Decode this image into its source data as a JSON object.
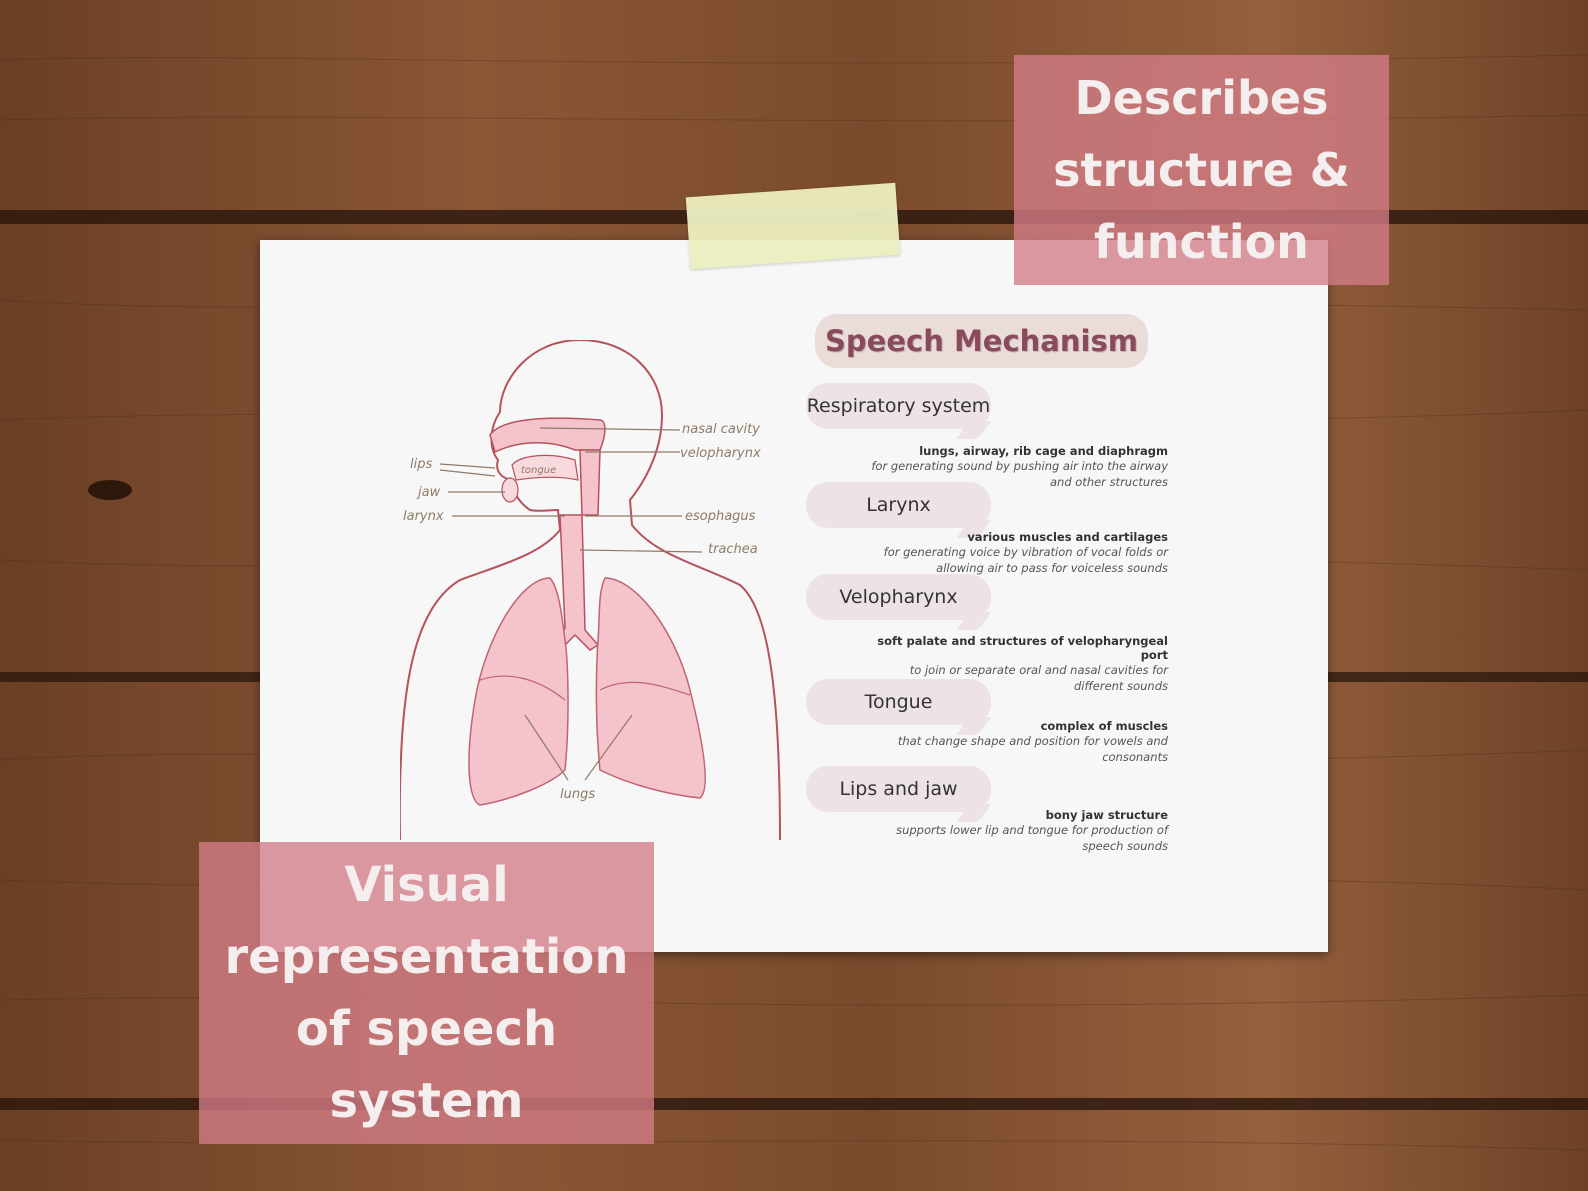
{
  "callouts": {
    "top": "Describes\nstructure &\nfunction",
    "bottom": "Visual\nrepresentation\nof speech\nsystem"
  },
  "poster": {
    "title": "Speech Mechanism",
    "sections": [
      {
        "label": "Respiratory system",
        "structure": "lungs, airway, rib cage and diaphragm",
        "function": "for generating sound by pushing air into the airway and other structures"
      },
      {
        "label": "Larynx",
        "structure": "various muscles and cartilages",
        "function": "for generating voice by vibration of vocal folds or allowing air to pass for voiceless sounds"
      },
      {
        "label": "Velopharynx",
        "structure": "soft palate and structures of velopharyngeal port",
        "function": "to join or separate oral and nasal cavities for different sounds"
      },
      {
        "label": "Tongue",
        "structure": "complex of muscles",
        "function": "that change shape and position for vowels and consonants"
      },
      {
        "label": "Lips and jaw",
        "structure": "bony jaw structure",
        "function": "supports lower lip and tongue for production of speech sounds"
      }
    ]
  },
  "diagram": {
    "labels": {
      "nasal_cavity": "nasal cavity",
      "velopharynx": "velopharynx",
      "lips": "lips",
      "tongue": "tongue",
      "jaw": "jaw",
      "larynx": "larynx",
      "esophagus": "esophagus",
      "trachea": "trachea",
      "lungs": "lungs"
    }
  },
  "colors": {
    "callout": "#d47c86",
    "title_text": "#8b4a5a",
    "outline": "#b5525c",
    "lung_fill": "#f4c3cb",
    "wood": "#7a4a2c"
  }
}
